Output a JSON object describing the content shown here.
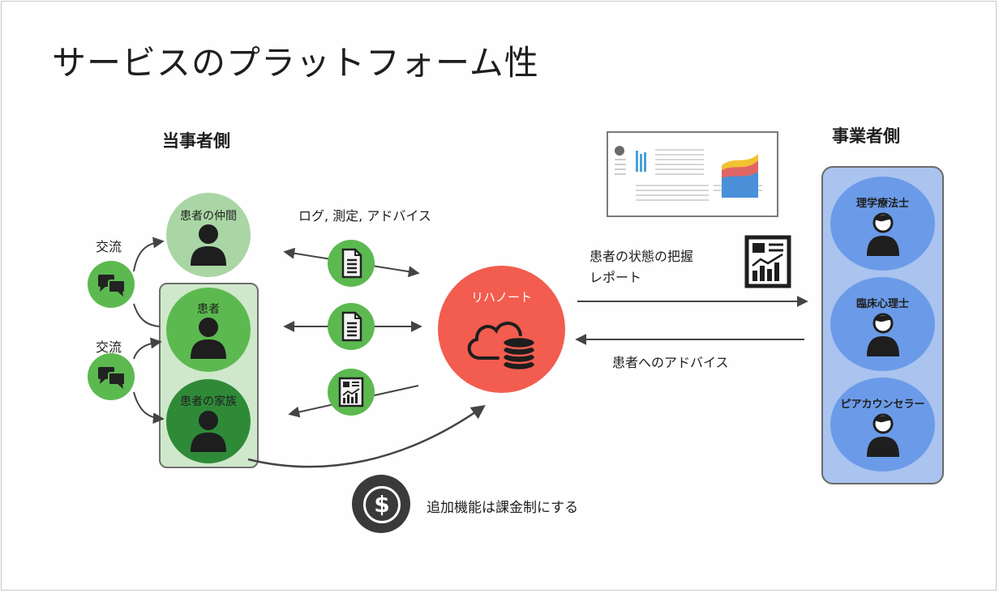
{
  "title": "サービスのプラットフォーム性",
  "patient_side": {
    "heading": "当事者側",
    "peers_label": "患者の仲間",
    "patient_label": "患者",
    "family_label": "患者の家族",
    "exchange_label_top": "交流",
    "exchange_label_bottom": "交流"
  },
  "flow": {
    "log_label": "ログ, 測定, アドバイス",
    "hub_label": "リハノート",
    "report_label_line1": "患者の状態の把握",
    "report_label_line2": "レポート",
    "advice_label": "患者へのアドバイス",
    "billing_label": "追加機能は課金制にする",
    "dollar_symbol": "$"
  },
  "business_side": {
    "heading": "事業者側",
    "roles": [
      "理学療法士",
      "臨床心理士",
      "ピアカウンセラー"
    ]
  },
  "colors": {
    "green_light": "#a9d6a4",
    "green_mid": "#5cb950",
    "green_dark": "#2f8a38",
    "panel_green": "#cfe8cb",
    "hub_red": "#f25d4f",
    "blue_panel": "#aac3ef",
    "blue_circle": "#6b9be8",
    "dark": "#3a3a3a"
  },
  "icons": [
    "chat-bubbles-icon",
    "person-icon",
    "document-icon",
    "report-chart-icon",
    "cloud-database-icon",
    "dollar-icon",
    "dashboard-screenshot"
  ]
}
